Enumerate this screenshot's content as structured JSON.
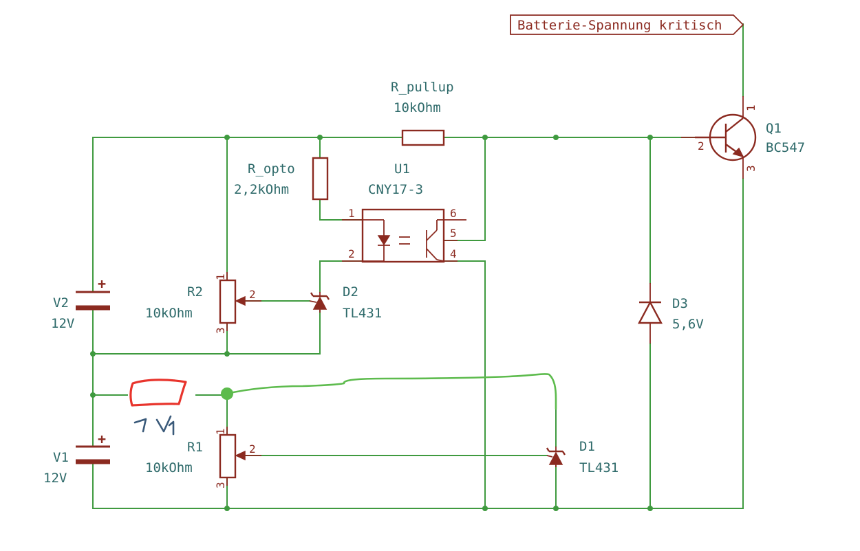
{
  "global_label": {
    "text": "Batterie-Spannung kritisch"
  },
  "components": {
    "r_pullup": {
      "ref": "R_pullup",
      "value": "10kOhm"
    },
    "r_opto": {
      "ref": "R_opto",
      "value": "2,2kOhm"
    },
    "u1": {
      "ref": "U1",
      "value": "CNY17-3",
      "pins": {
        "p1": "1",
        "p2": "2",
        "p4": "4",
        "p5": "5",
        "p6": "6"
      }
    },
    "q1": {
      "ref": "Q1",
      "value": "BC547",
      "pins": {
        "p1": "1",
        "p2": "2",
        "p3": "3"
      }
    },
    "v2": {
      "ref": "V2",
      "value": "12V",
      "plus": "+"
    },
    "v1": {
      "ref": "V1",
      "value": "12V",
      "plus": "+"
    },
    "r2": {
      "ref": "R2",
      "value": "10kOhm",
      "pins": {
        "p1": "1",
        "p2": "2",
        "p3": "3"
      }
    },
    "r1": {
      "ref": "R1",
      "value": "10kOhm",
      "pins": {
        "p1": "1",
        "p2": "2",
        "p3": "3"
      }
    },
    "d2": {
      "ref": "D2",
      "value": "TL431"
    },
    "d1": {
      "ref": "D1",
      "value": "TL431"
    },
    "d3": {
      "ref": "D3",
      "value": "5,6V"
    }
  },
  "colors": {
    "wire": "#3f9a3f",
    "component": "#8b2a20",
    "label_text": "#2e6a6a",
    "annotation_green": "#5dbb4d",
    "annotation_red": "#e8342c",
    "annotation_blue": "#3a5a7a"
  }
}
